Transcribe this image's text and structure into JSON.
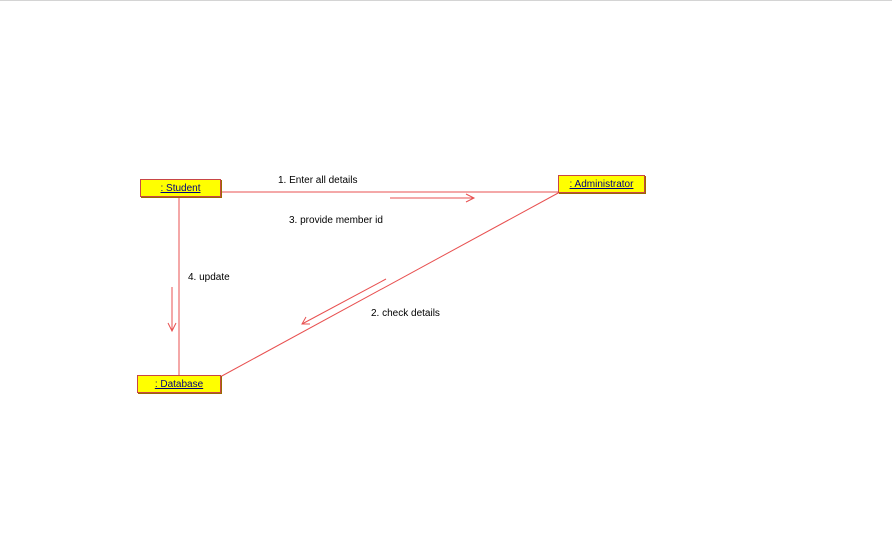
{
  "diagram": {
    "objects": {
      "student": ": Student",
      "administrator": ": Administrator",
      "database": ": Database"
    },
    "messages": {
      "m1": "1. Enter all details",
      "m2": "2. check details",
      "m3": "3. provide member id",
      "m4": "4. update"
    },
    "colors": {
      "link": "#e85050",
      "object_fill": "#ffff00",
      "object_text": "#000080"
    }
  }
}
